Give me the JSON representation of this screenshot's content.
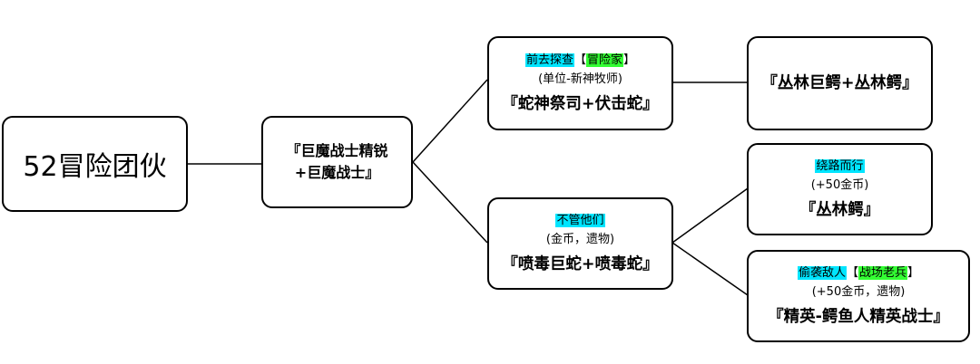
{
  "colors": {
    "cyan_highlight": "#00e5ff",
    "green_highlight": "#33ff33",
    "border": "#000000",
    "background": "#ffffff"
  },
  "root": {
    "label": "52冒险团伙"
  },
  "stage1": {
    "label": "『巨魔战士精锐\n+巨魔战士』"
  },
  "upper_choice": {
    "action": "前去探查",
    "bracket_open": "【",
    "requirement": "冒险家",
    "bracket_close": "】",
    "reward": "(单位-新神牧师)",
    "enemies": "『蛇神祭司+伏击蛇』"
  },
  "upper_result": {
    "enemies": "『丛林巨鳄+丛林鳄』"
  },
  "lower_choice": {
    "action": "不管他们",
    "reward": "(金币，遗物)",
    "enemies": "『喷毒巨蛇+喷毒蛇』"
  },
  "detour": {
    "action": "绕路而行",
    "reward": "(+50金币)",
    "enemies": "『丛林鳄』"
  },
  "ambush": {
    "action": "偷袭敌人",
    "bracket_open": "【",
    "requirement": "战场老兵",
    "bracket_close": "】",
    "reward": "(+50金币，遗物)",
    "enemies": "『精英-鳄鱼人精英战士』"
  }
}
